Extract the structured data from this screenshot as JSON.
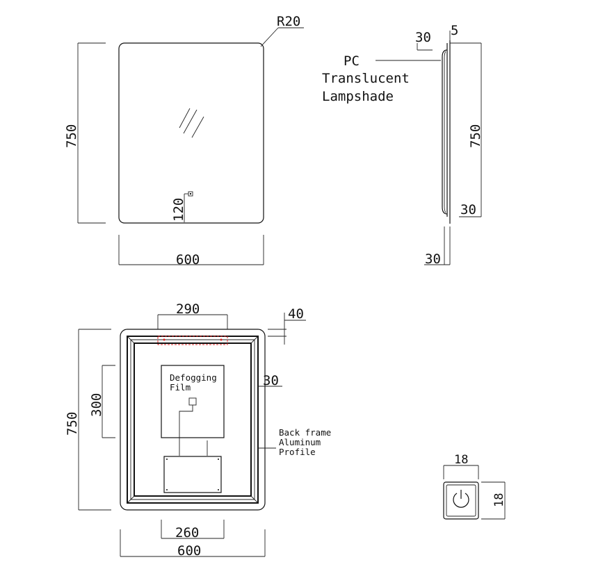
{
  "front_view": {
    "radius_label": "R20",
    "height_label": "750",
    "width_label": "600",
    "switch_offset_label": "120"
  },
  "side_view": {
    "thickness_label": "30",
    "lip_label": "5",
    "lampshade_label_line1": "PC",
    "lampshade_label_line2": "Translucent",
    "lampshade_label_line3": "Lampshade",
    "height_label": "750",
    "inset_label": "30",
    "bottom_label": "30"
  },
  "back_view": {
    "top_span_label": "290",
    "offset_label": "40",
    "height_label": "750",
    "film_height_label": "300",
    "frame_width_label": "30",
    "film_label_line1": "Defogging",
    "film_label_line2": "Film",
    "frame_label_line1": "Back frame",
    "frame_label_line2": "Aluminum",
    "frame_label_line3": "Profile",
    "box_width_label": "260",
    "width_label": "600"
  },
  "switch_detail": {
    "width_label": "18",
    "height_label": "18"
  }
}
